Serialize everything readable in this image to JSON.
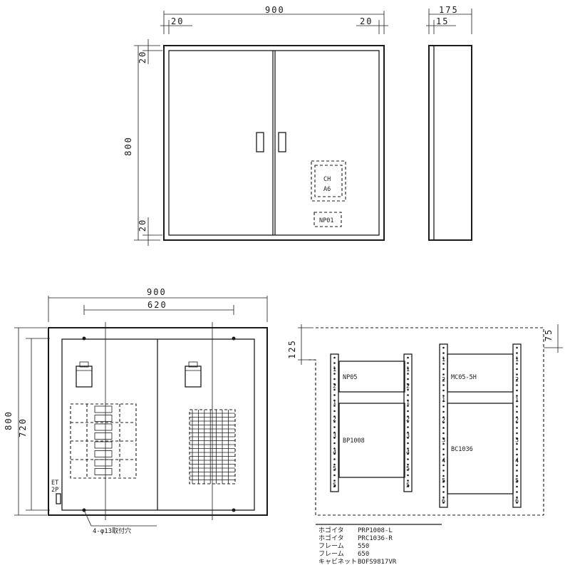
{
  "front_view": {
    "width_dim": "900",
    "left_margin_dim": "20",
    "right_margin_dim": "20",
    "height_dim": "800",
    "top_margin_dim": "20",
    "bottom_margin_dim": "20",
    "ch_label_line1": "CH",
    "ch_label_line2": "A6",
    "nameplate_label": "NP01"
  },
  "side_view": {
    "depth_dim": "175",
    "inner_dim": "15"
  },
  "interior_view": {
    "width_dim": "900",
    "inner_width_dim": "620",
    "height_dim": "800",
    "inner_height_dim": "720",
    "et_label_line1": "ET",
    "et_label_line2": "2P",
    "hole_note": "4-φ13取付穴"
  },
  "mounting_view": {
    "left_dim": "125",
    "right_dim": "75",
    "panels": [
      {
        "label": "NP05"
      },
      {
        "label": "BP1008"
      },
      {
        "label": "MC05-5H"
      },
      {
        "label": "BC1036"
      }
    ],
    "rail_numbers_left": [
      "1",
      "2",
      "1",
      "2",
      "3",
      "4",
      "5",
      "5"
    ],
    "rail_numbers_right": [
      "1",
      "2",
      "1",
      "2",
      "3",
      "4",
      "5",
      "6"
    ]
  },
  "parts_list": [
    {
      "name": "ホゴイタ",
      "code": "PRP1008-L"
    },
    {
      "name": "ホゴイタ",
      "code": "PRC1036-R"
    },
    {
      "name": "フレーム",
      "code": "550"
    },
    {
      "name": "フレーム",
      "code": "650"
    },
    {
      "name": "キャビネット",
      "code": "BOFS9817VR"
    }
  ]
}
